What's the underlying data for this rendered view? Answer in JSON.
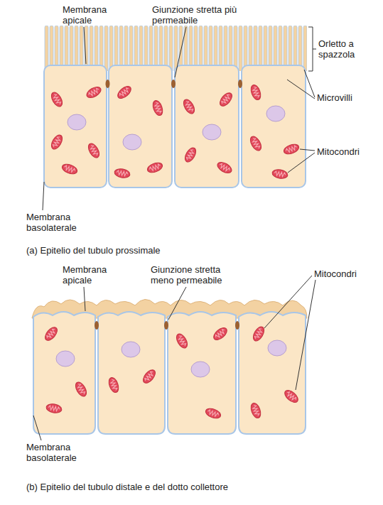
{
  "diagram": {
    "labels": [
      "Membrana apicale",
      "Giunzione stretta più permeabile",
      "Orletto a spazzola",
      "Microvilli",
      "Mitocondri",
      "Membrana basolaterale",
      "(a) Epitelio del tubulo prossimale",
      "Membrana apicale",
      "Giunzione stretta meno permeabile",
      "Mitocondri",
      "Membrana basolaterale",
      "(b) Epitelio del tubulo distale e del dotto collettore"
    ]
  }
}
